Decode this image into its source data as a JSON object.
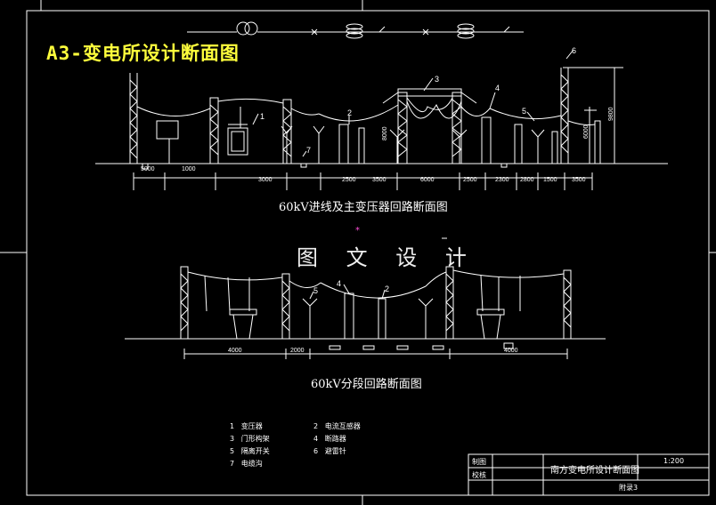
{
  "title": "A3-变电所设计断面图",
  "section1_caption": "60kV进线及主变压器回路断面图",
  "section2_caption": "60kV分段回路断面图",
  "watermark": "图 文 设 计",
  "legend": [
    {
      "num": "1",
      "label": "变压器"
    },
    {
      "num": "2",
      "label": "电流互感器"
    },
    {
      "num": "3",
      "label": "门形构架"
    },
    {
      "num": "4",
      "label": "断路器"
    },
    {
      "num": "5",
      "label": "隔离开关"
    },
    {
      "num": "6",
      "label": "避雷针"
    },
    {
      "num": "7",
      "label": "电缆沟"
    }
  ],
  "dims_top": [
    "5000",
    "1000",
    "3000",
    "2500",
    "3500",
    "6000",
    "2500",
    "2300",
    "2800",
    "1500",
    "3500"
  ],
  "dims_top_vertical": [
    "8000",
    "6000",
    "9800"
  ],
  "dims_bottom": [
    "4000",
    "2000",
    "4000"
  ],
  "callouts_top": [
    "1",
    "2",
    "3",
    "4",
    "5",
    "6",
    "7"
  ],
  "callouts_bottom": [
    "5",
    "4",
    "2"
  ],
  "title_block": {
    "drawing_name": "南方变电所设计断面图",
    "scale": "1:200",
    "sheet": "附录3",
    "row1": "制图",
    "row2": "校核"
  },
  "colors": {
    "background": "#000000",
    "lines": "#ffffff",
    "title": "#ffff3c",
    "marker": "#ff4fd8"
  }
}
